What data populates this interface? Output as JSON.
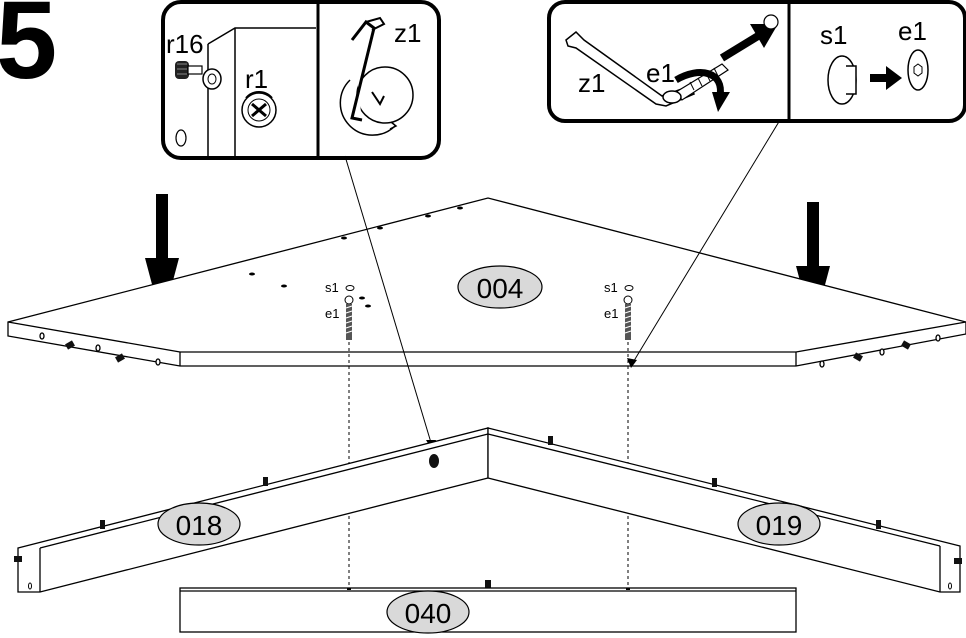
{
  "step_number": "5",
  "callout_left": {
    "parts": {
      "screw": "r16",
      "cam": "r1",
      "tool": "z1"
    }
  },
  "callout_right": {
    "parts": {
      "tool": "z1",
      "screw": "e1",
      "cap": "s1",
      "cap_target": "e1"
    }
  },
  "panels": {
    "top": "004",
    "left": "018",
    "right": "019",
    "front": "040"
  },
  "fasteners": {
    "left": {
      "cap": "s1",
      "screw": "e1"
    },
    "right": {
      "cap": "s1",
      "screw": "e1"
    }
  },
  "colors": {
    "ink": "#000000",
    "badge_fill": "#d9d9d9",
    "paper": "#ffffff"
  }
}
